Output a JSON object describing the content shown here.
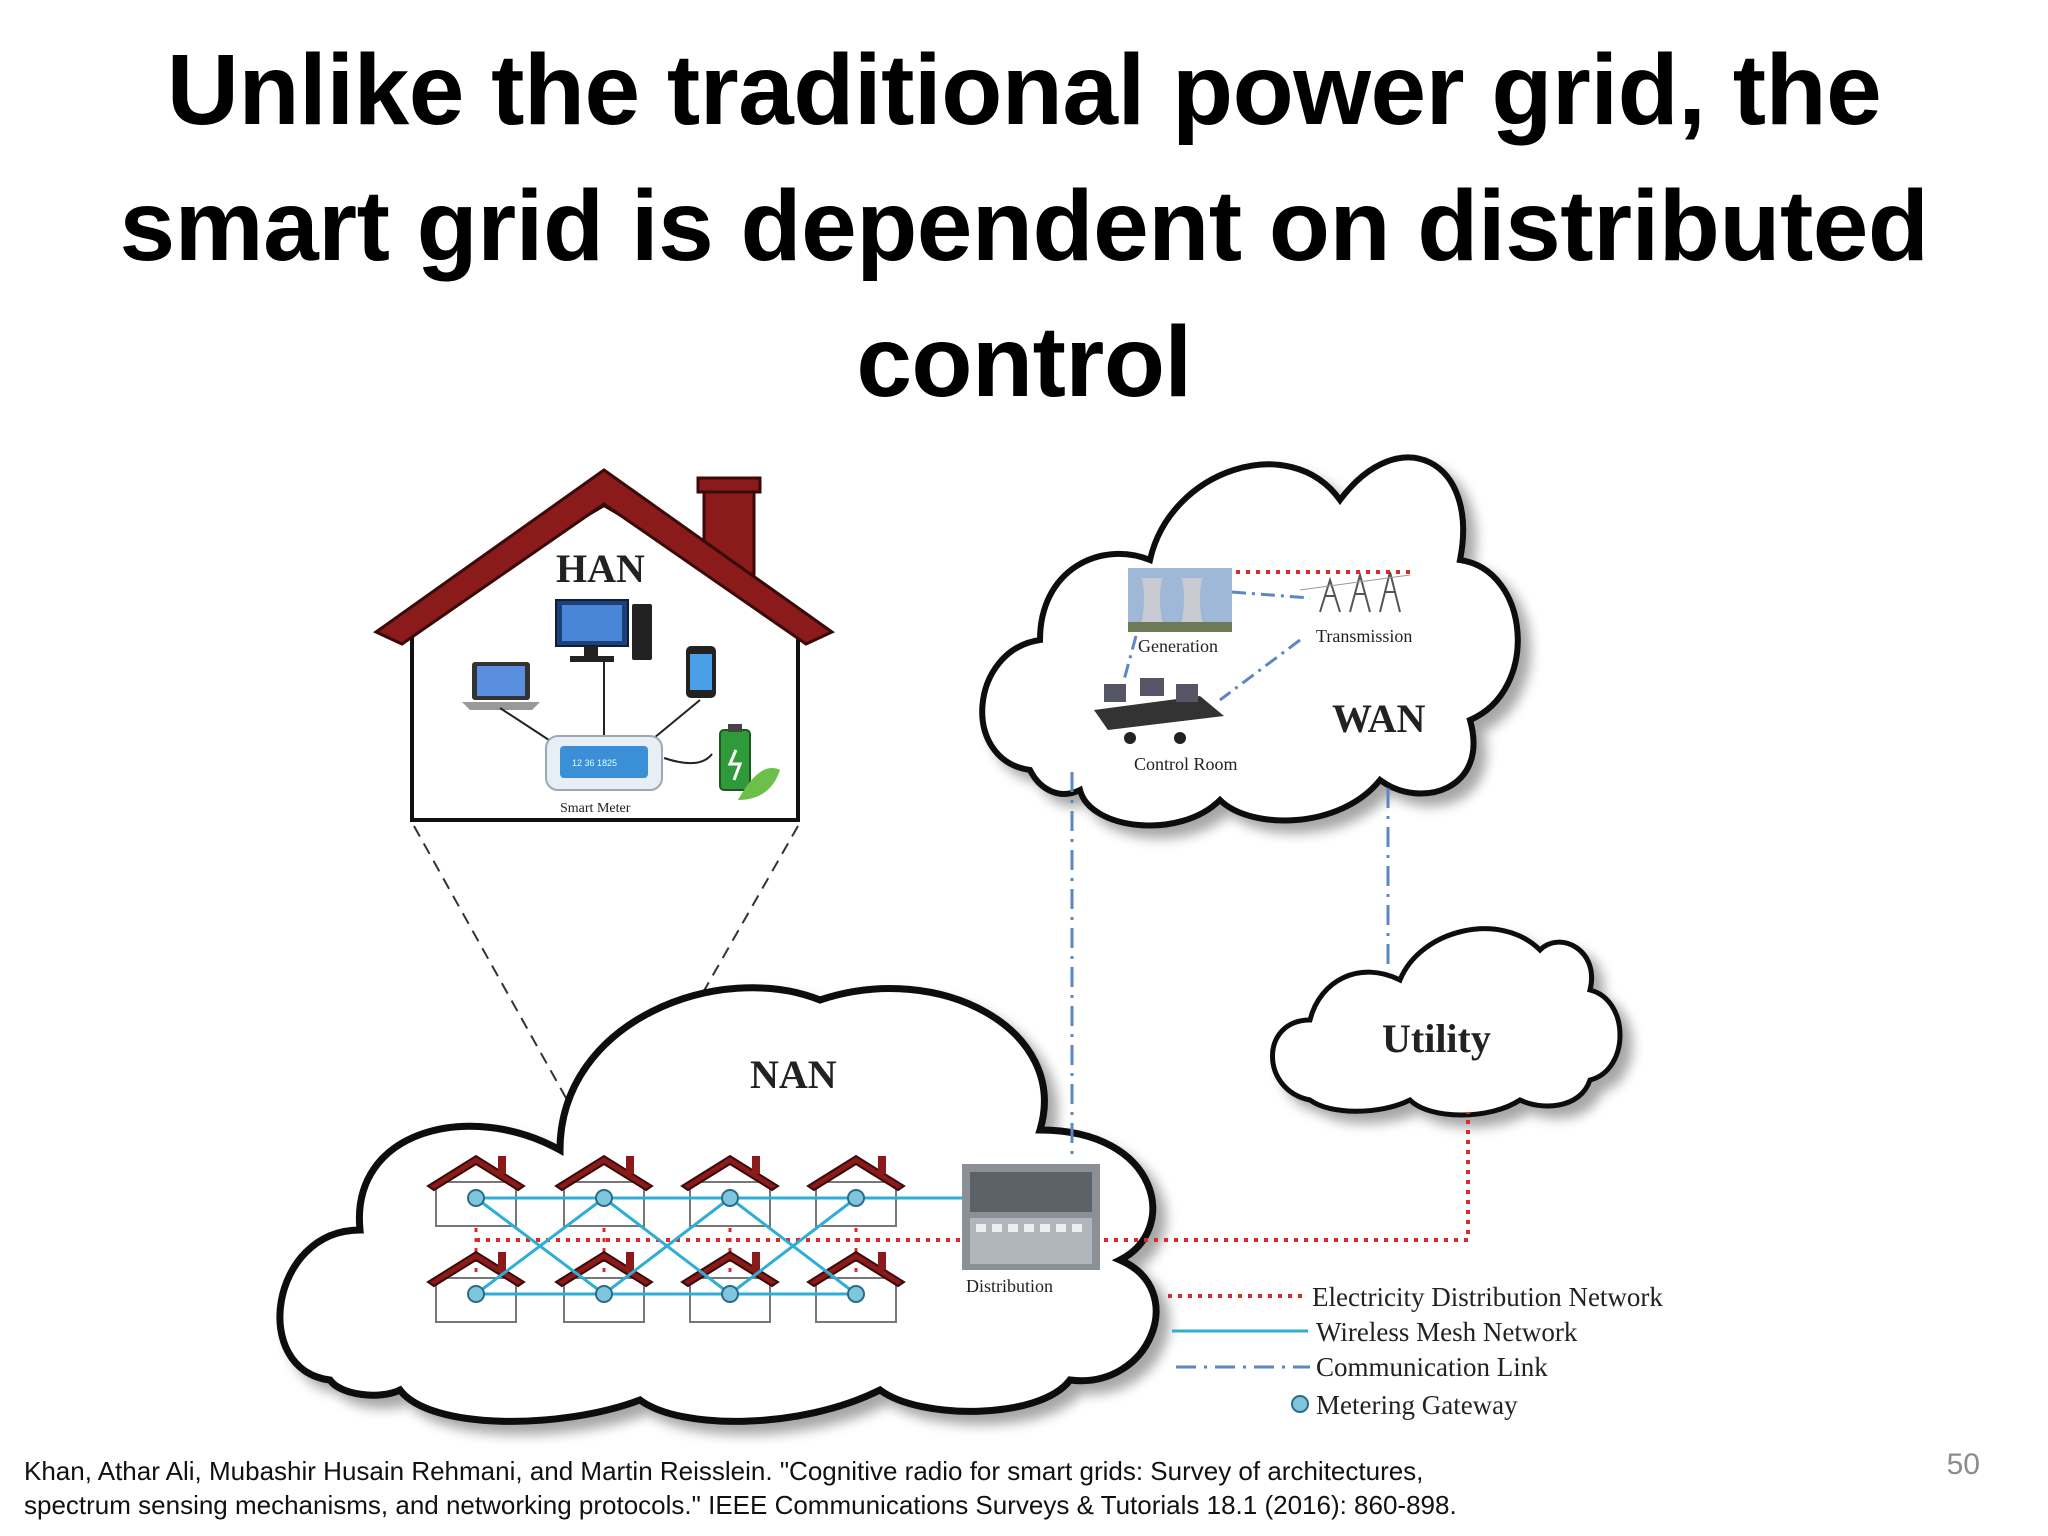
{
  "slide": {
    "title_lines": [
      "Unlike the traditional power grid, the",
      "smart grid is dependent on distributed",
      "control"
    ],
    "slide_number": "50",
    "citation_lines": [
      "Khan, Athar Ali, Mubashir Husain Rehmani, and Martin Reisslein. \"Cognitive radio for smart grids: Survey of architectures,",
      "spectrum sensing mechanisms, and networking protocols.\" IEEE Communications Surveys & Tutorials 18.1 (2016): 860-898."
    ]
  },
  "diagram": {
    "han_label": "HAN",
    "smart_meter_label": "Smart Meter",
    "wan_label": "WAN",
    "generation_label": "Generation",
    "transmission_label": "Transmission",
    "control_room_label": "Control Room",
    "utility_label": "Utility",
    "nan_label": "NAN",
    "distribution_label": "Distribution",
    "legend": {
      "electricity": "Electricity Distribution Network",
      "wireless": "Wireless Mesh Network",
      "communication": "Communication Link",
      "metering": "Metering Gateway"
    },
    "colors": {
      "roof": "#8b1a1a",
      "electricity_line": "#d92b2b",
      "mesh_line": "#2eaed6",
      "comm_line": "#5c86c4",
      "gateway_fill": "#7fc6dc"
    }
  }
}
